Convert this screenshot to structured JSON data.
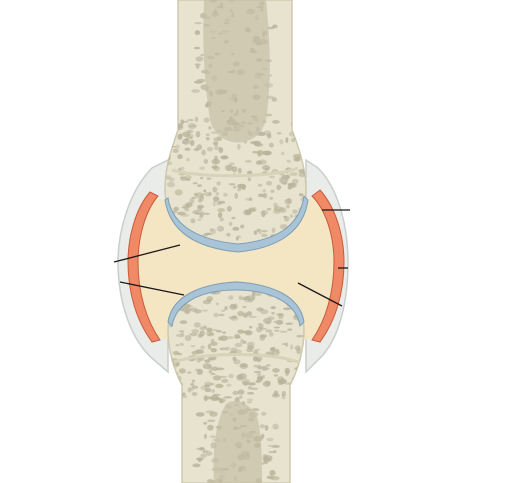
{
  "figure": {
    "title": "",
    "labels": [],
    "leader_lines": [
      {
        "id": "upper-right-leader",
        "points_to": "synovial-membrane"
      },
      {
        "id": "right-middle-leader",
        "points_to": "joint-capsule"
      },
      {
        "id": "right-lower-leader",
        "points_to": "synovial-fluid-cavity"
      },
      {
        "id": "left-upper-leader",
        "points_to": "upper-articular-cartilage"
      },
      {
        "id": "left-lower-leader",
        "points_to": "lower-articular-cartilage"
      }
    ]
  },
  "colors": {
    "background": "#ffffff",
    "bone": "#e7e3cf",
    "bone_outline": "#cfc9ad",
    "marrow": "#c4bda4",
    "spongy_pore": "#b9b29a",
    "cartilage": "#a9c4d6",
    "cartilage_edge": "#7f9fb6",
    "synovial_fluid": "#f4e6c2",
    "synovial_membrane": "#f08a66",
    "membrane_inner": "#fbd3b6",
    "capsule": "#e9ece8",
    "capsule_edge": "#c9cfcc",
    "leader_line": "#1a1a1a"
  }
}
